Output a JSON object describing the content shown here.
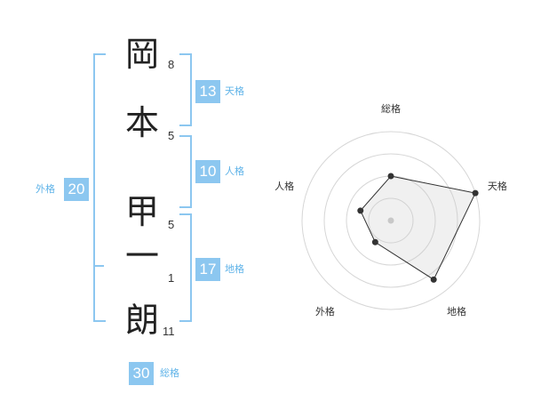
{
  "name_chars": [
    {
      "char": "岡",
      "strokes": "8"
    },
    {
      "char": "本",
      "strokes": "5"
    },
    {
      "char": "甲",
      "strokes": "5"
    },
    {
      "char": "一",
      "strokes": "1"
    },
    {
      "char": "朗",
      "strokes": "11"
    }
  ],
  "scores": {
    "tenkaku": {
      "value": "13",
      "label": "天格"
    },
    "jinkaku": {
      "value": "10",
      "label": "人格"
    },
    "chikaku": {
      "value": "17",
      "label": "地格"
    },
    "gaikaku": {
      "value": "20",
      "label": "外格"
    },
    "soukaku": {
      "value": "30",
      "label": "総格"
    }
  },
  "colors": {
    "accent": "#8cc7f0",
    "accent_text": "#5fb3e8"
  },
  "chart_data": {
    "type": "radar",
    "axes": [
      "総格",
      "天格",
      "地格",
      "外格",
      "人格"
    ],
    "values": [
      0.5,
      1.0,
      0.82,
      0.3,
      0.36
    ],
    "range": [
      0,
      1
    ],
    "rings": 4
  }
}
